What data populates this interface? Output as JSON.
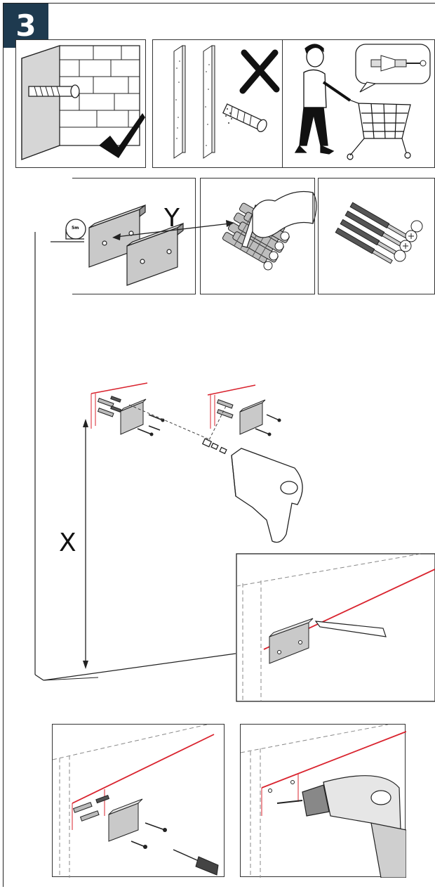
{
  "step": {
    "number": "3"
  },
  "measure": {
    "tape_label": "5m",
    "horizontal_label": "Y",
    "vertical_label": "X"
  },
  "colors": {
    "badge": "#1e3a4f",
    "guide_line": "#d9232e",
    "metal": "#c9c9c9",
    "line": "#222222"
  }
}
